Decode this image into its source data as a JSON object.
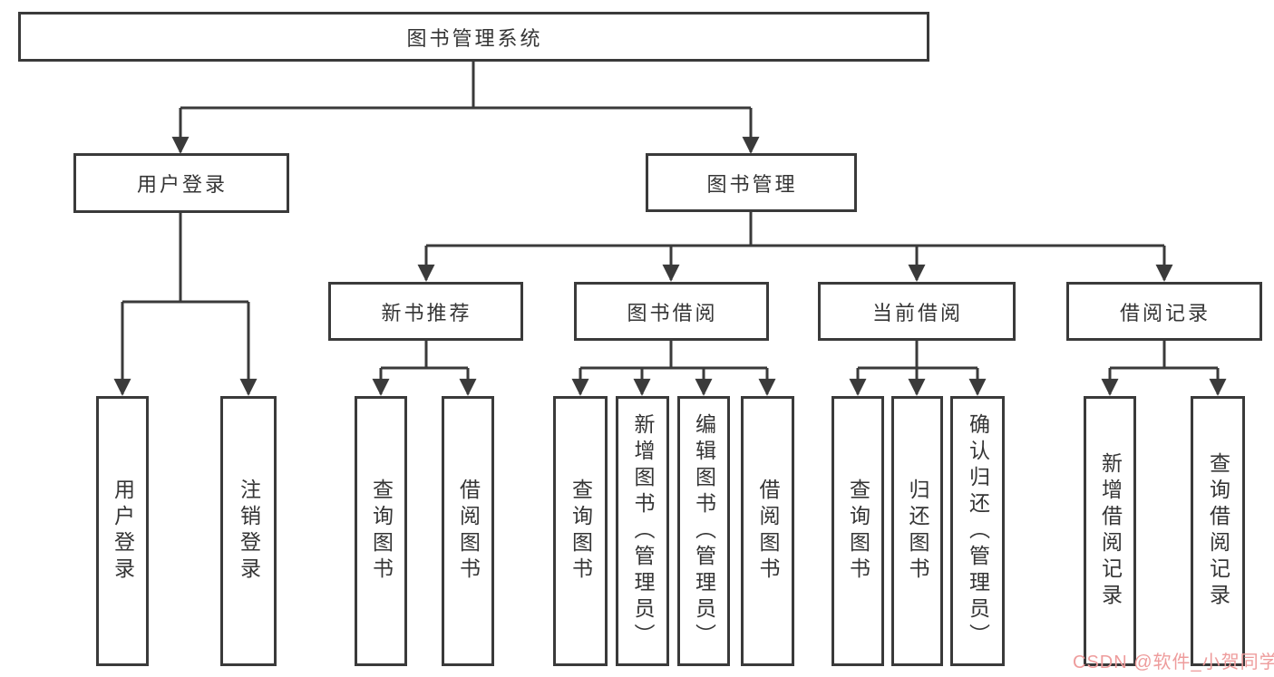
{
  "diagram": {
    "type": "hierarchy-flowchart",
    "line_color": "#3a3a3a",
    "root": {
      "id": "library-management-system",
      "label": "图书管理系统"
    },
    "level1": [
      {
        "id": "user-login",
        "label": "用户登录",
        "parent": "library-management-system"
      },
      {
        "id": "book-management",
        "label": "图书管理",
        "parent": "library-management-system"
      }
    ],
    "level2": [
      {
        "id": "new-book-recommend",
        "label": "新书推荐",
        "parent": "book-management"
      },
      {
        "id": "book-borrowing",
        "label": "图书借阅",
        "parent": "book-management"
      },
      {
        "id": "current-borrowing",
        "label": "当前借阅",
        "parent": "book-management"
      },
      {
        "id": "borrowing-records",
        "label": "借阅记录",
        "parent": "book-management"
      }
    ],
    "leaves": {
      "user_login": [
        "用户登录",
        "注销登录"
      ],
      "new_book_recommend": [
        "查询图书",
        "借阅图书"
      ],
      "book_borrowing": [
        "查询图书",
        "新增图书（管理员）",
        "编辑图书（管理员）",
        "借阅图书"
      ],
      "current_borrowing": [
        "查询图书",
        "归还图书",
        "确认归还（管理员）"
      ],
      "borrowing_records": [
        "新增借阅记录",
        "查询借阅记录"
      ]
    }
  },
  "watermark": {
    "text": "CSDN @软件_小贺同学",
    "color": "#ee9c9c"
  }
}
